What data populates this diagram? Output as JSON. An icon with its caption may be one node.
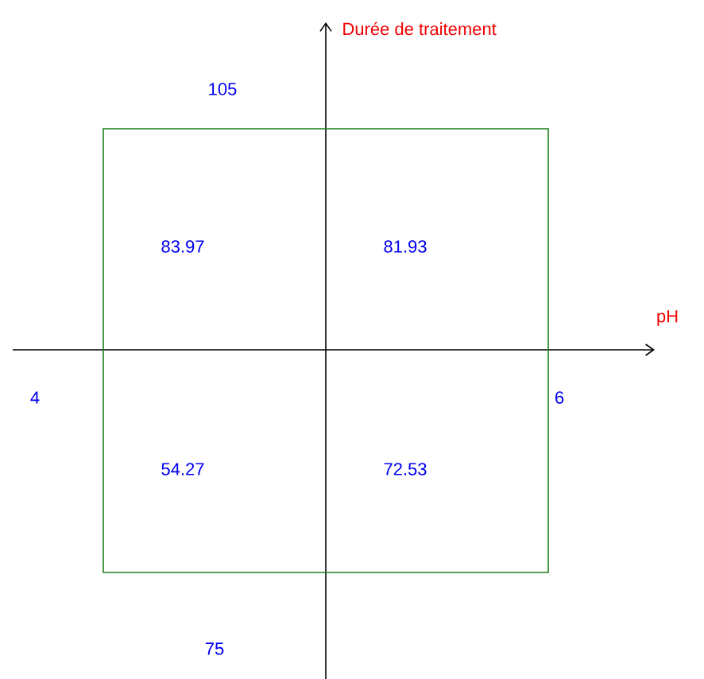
{
  "diagram": {
    "nodes": [
      {
        "text": [
          "83.97",
          "81.93",
          "54.27",
          "72.53"
        ]
      }
    ],
    "labels": [
      "Durée de traitement",
      "105",
      "pH",
      "4",
      "6",
      "75"
    ]
  }
}
